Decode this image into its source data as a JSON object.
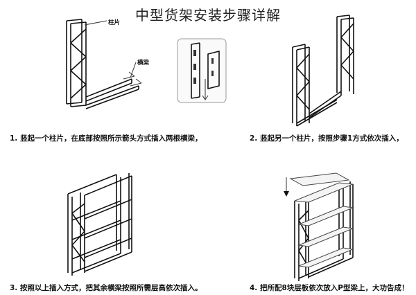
{
  "title": "中型货架安装步骤详解",
  "labels": {
    "upright": "柱片",
    "beam": "横梁"
  },
  "steps": [
    {
      "text": "1. 竖起一个柱片，在底部按照所示箭头方式插入两根横梁，"
    },
    {
      "text": "2. 竖起另一个柱片，按照步骤1方式依次插入，"
    },
    {
      "text": "3. 按照以上插入方式，把其余横梁按照所需层高依次插入。"
    },
    {
      "text": "4. 把所配8块层板依次放入P型梁上，大功告成！"
    }
  ]
}
